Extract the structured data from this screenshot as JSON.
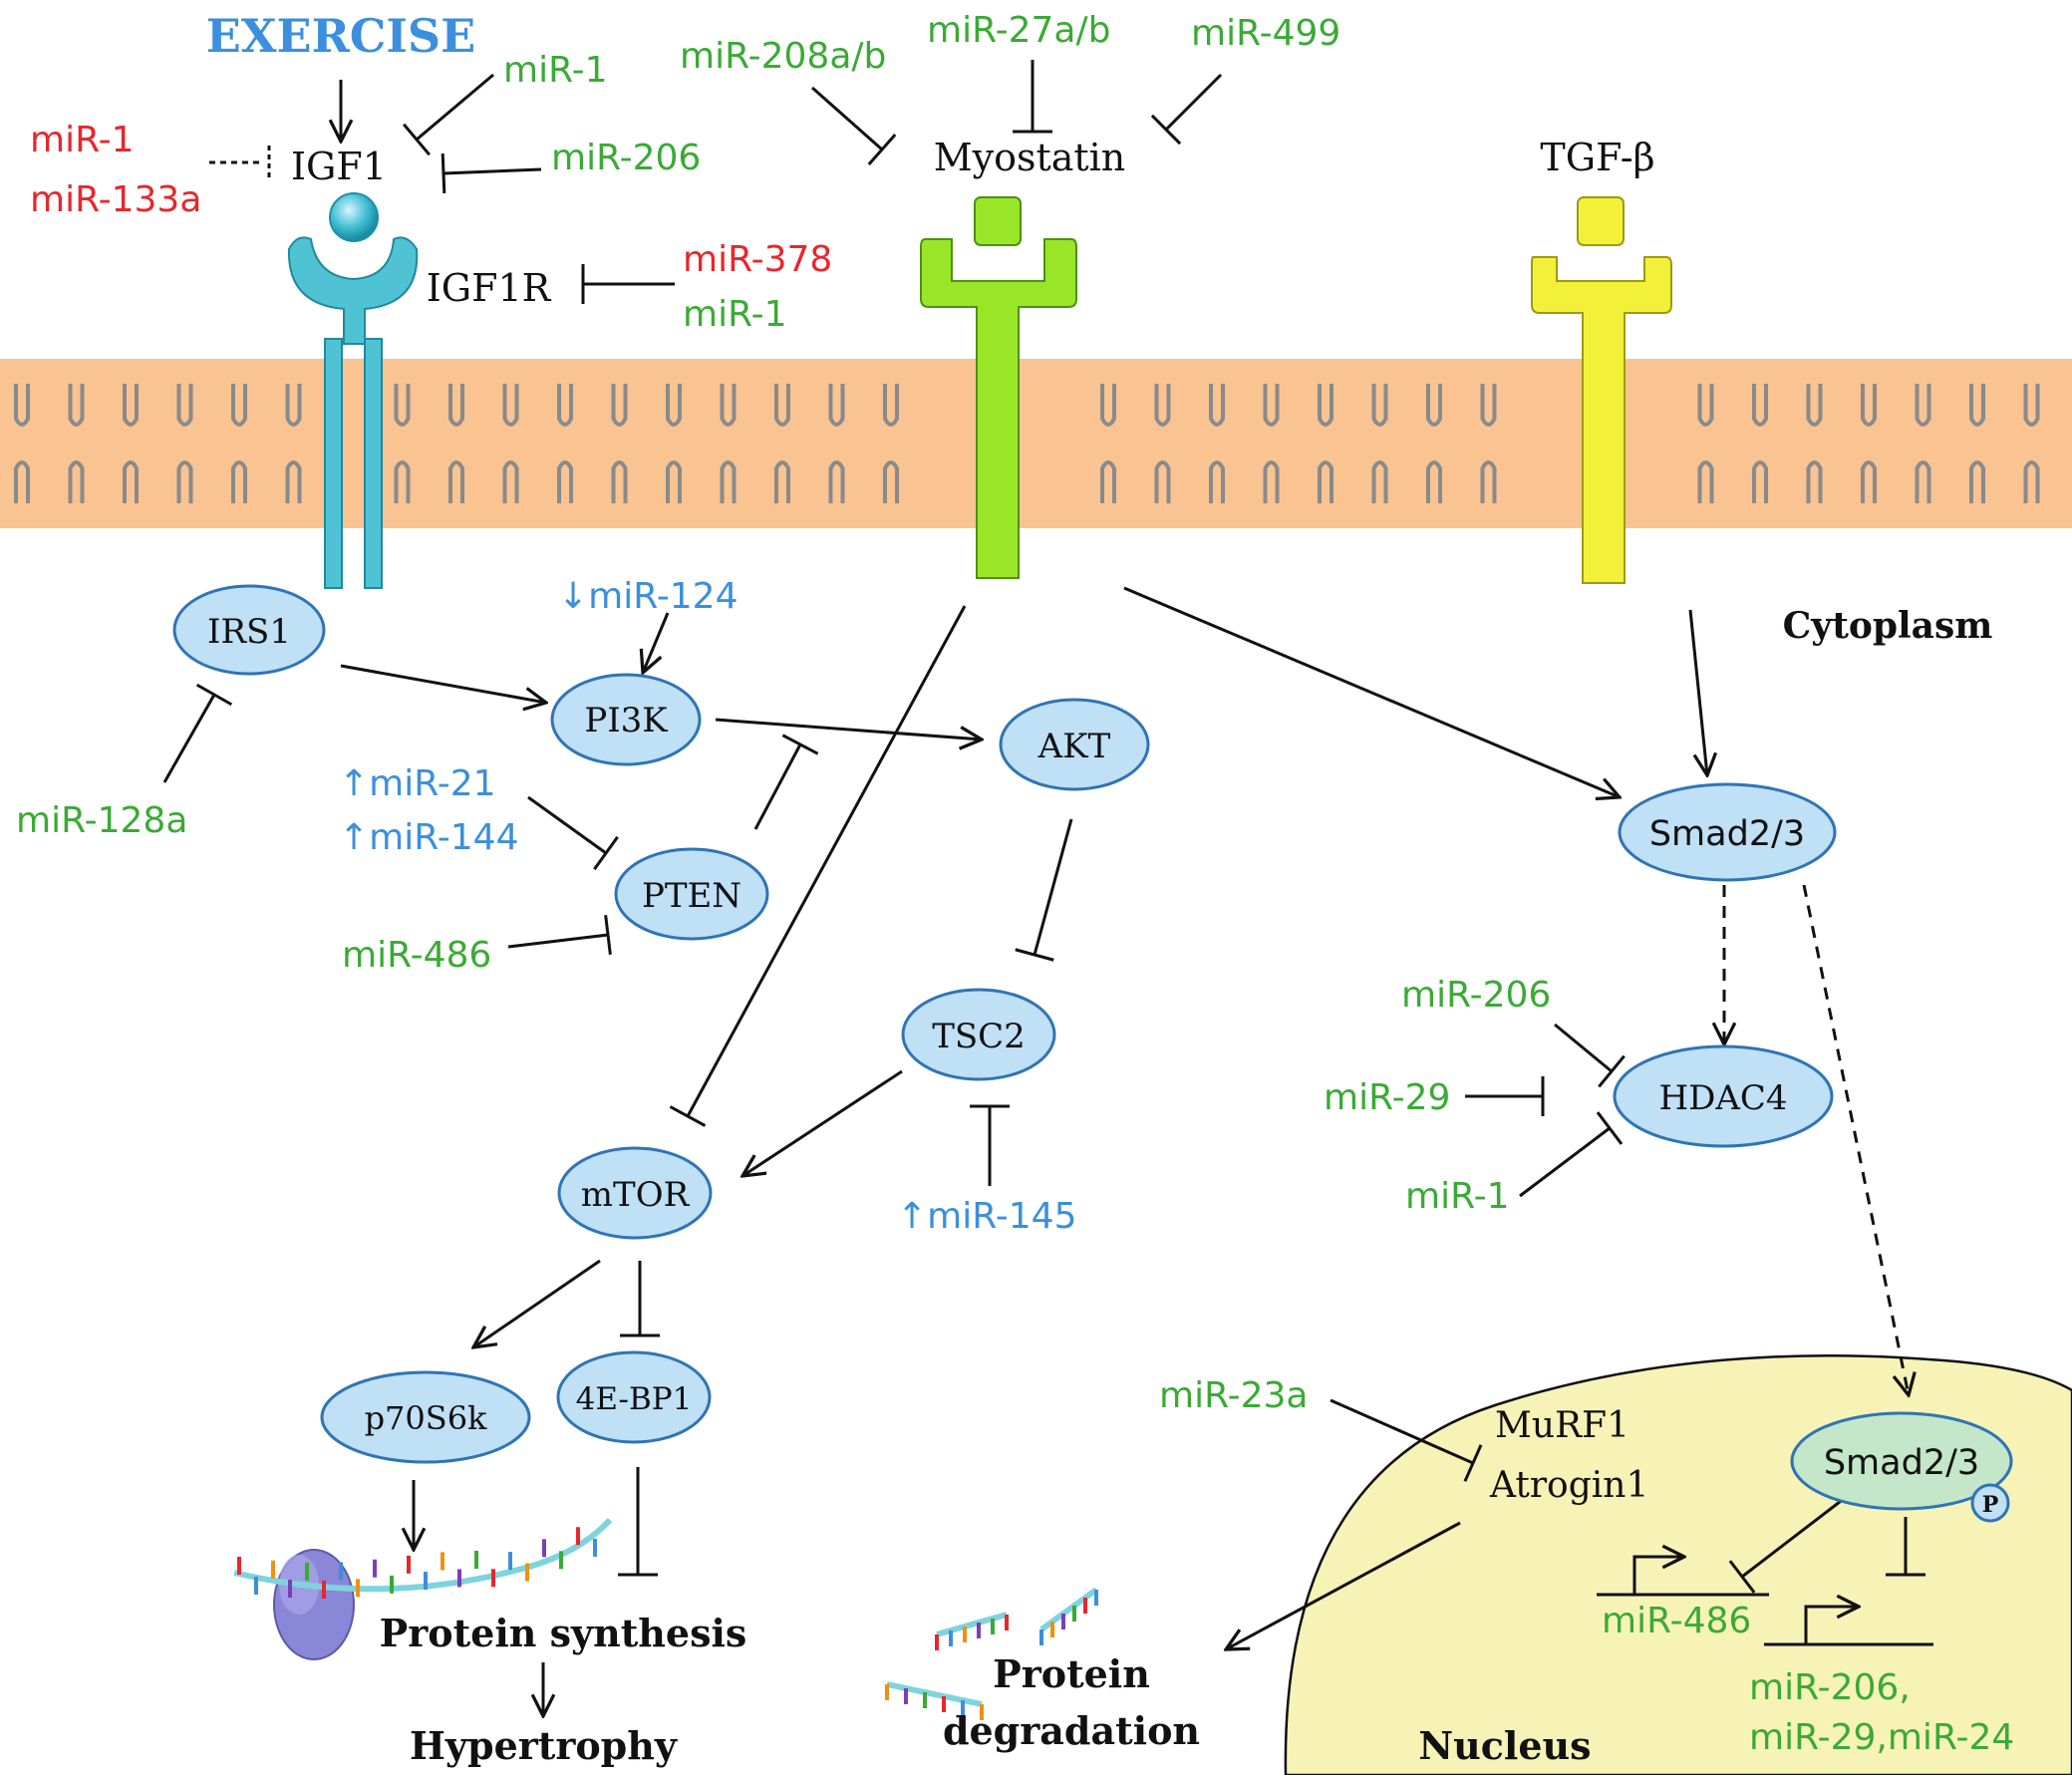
{
  "colors": {
    "membrane_band": "#f9c392",
    "phospholipid_head": "#f0900f",
    "igf1r": "#4fc3d4",
    "myostatin_receptor": "#99e629",
    "tgf_receptor": "#f3f03a",
    "node_fill": "#bfe0f5",
    "node_stroke": "#2f74b5",
    "mirna_activation_green": "#3aaa35",
    "mirna_red": "#e8262c",
    "mirna_blue": "#3b8fdc",
    "exercise": "#3b8fdc",
    "nucleus": "#f7f3b7",
    "nuclear_smad": "#c3e7c8"
  },
  "labels": {
    "exercise": "EXERCISE",
    "igf1": "IGF1",
    "igf1r": "IGF1R",
    "myostatin": "Myostatin",
    "tgf_beta": "TGF-β",
    "cytoplasm": "Cytoplasm",
    "nucleus": "Nucleus",
    "protein_synthesis": "Protein synthesis",
    "hypertrophy": "Hypertrophy",
    "protein": "Protein",
    "degradation": "degradation",
    "murf1": "MuRF1",
    "atrogin1": "Atrogin1",
    "phospho": "P"
  },
  "nodes": {
    "irs1": "IRS1",
    "pi3k": "PI3K",
    "akt": "AKT",
    "pten": "PTEN",
    "tsc2": "TSC2",
    "mtor": "mTOR",
    "p70s6k": "p70S6k",
    "4ebp1": "4E-BP1",
    "smad_cyto": "Smad2/3",
    "hdac4": "HDAC4",
    "smad_nuc": "Smad2/3"
  },
  "mirnas": {
    "igf1_red_1": "miR-1",
    "igf1_red_2": "miR-133a",
    "igf1_green_1": "miR-1",
    "igf1_green_2": "miR-206",
    "igf1r_red": "miR-378",
    "igf1r_green": "miR-1",
    "myo_1": "miR-208a/b",
    "myo_2": "miR-27a/b",
    "myo_3": "miR-499",
    "pi3k_up": "↓miR-124",
    "pten_1": "↑miR-21",
    "pten_2": "↑miR-144",
    "pten_3": "miR-486",
    "irs1": "miR-128a",
    "tsc2": "↑miR-145",
    "hdac_1": "miR-206",
    "hdac_2": "miR-29",
    "hdac_3": "miR-1",
    "murf": "miR-23a",
    "target_1": "miR-486",
    "target_2a": "miR-206,",
    "target_2b": "miR-29,miR-24"
  }
}
